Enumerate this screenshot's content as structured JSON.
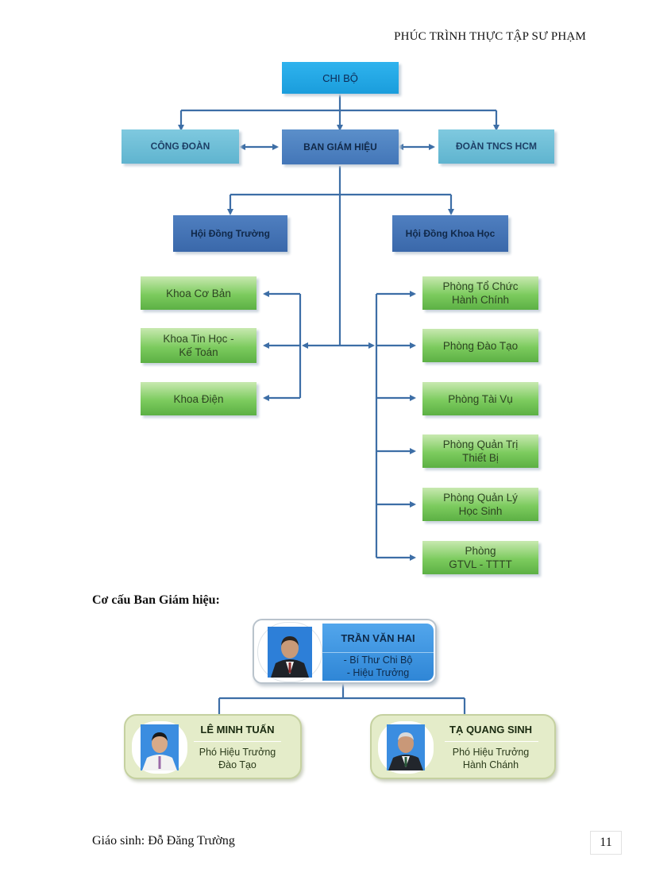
{
  "header": {
    "title": "PHÚC TRÌNH THỰC TẬP SƯ PHẠM"
  },
  "org_chart": {
    "top": "CHI BỘ",
    "second_row": {
      "left": "CÔNG ĐOÀN",
      "center": "BAN GIÁM HIỆU",
      "right": "ĐOÀN TNCS HCM"
    },
    "councils": {
      "left": "Hội Đồng Trường",
      "right": "Hội Đồng Khoa Học"
    },
    "faculties": [
      {
        "line1": "Khoa Cơ Bản",
        "line2": ""
      },
      {
        "line1": "Khoa Tin Học -",
        "line2": "Kế Toán"
      },
      {
        "line1": "Khoa Điện",
        "line2": ""
      }
    ],
    "departments": [
      {
        "line1": "Phòng Tổ Chức",
        "line2": "Hành Chính"
      },
      {
        "line1": "Phòng Đào Tạo",
        "line2": ""
      },
      {
        "line1": "Phòng Tài Vụ",
        "line2": ""
      },
      {
        "line1": "Phòng Quản Trị",
        "line2": "Thiết Bị"
      },
      {
        "line1": "Phòng Quản Lý",
        "line2": "Học Sinh"
      },
      {
        "line1": "Phòng",
        "line2": "GTVL - TTTT"
      }
    ]
  },
  "board": {
    "section_title": "Cơ cấu Ban Giám hiệu:",
    "head": {
      "name": "TRẦN VĂN HAI",
      "role1": "- Bí Thư Chi Bộ",
      "role2": "- Hiệu Trưởng"
    },
    "deputies": [
      {
        "name": "LÊ MINH TUẤN",
        "role1": "Phó Hiệu Trưởng",
        "role2": "Đào Tạo"
      },
      {
        "name": "TẠ QUANG SINH",
        "role1": "Phó Hiệu Trưởng",
        "role2": "Hành Chánh"
      }
    ]
  },
  "footer": {
    "author": "Giáo sinh: Đỗ Đăng Trường",
    "page": "11"
  },
  "colors": {
    "line": "#3d6ea6",
    "top_box": "#1fa3e0",
    "green": "#6cc050",
    "card_blue": "#3a90dc",
    "card_green": "#e4ecc9"
  },
  "icons": [
    "person-photo-icon"
  ]
}
